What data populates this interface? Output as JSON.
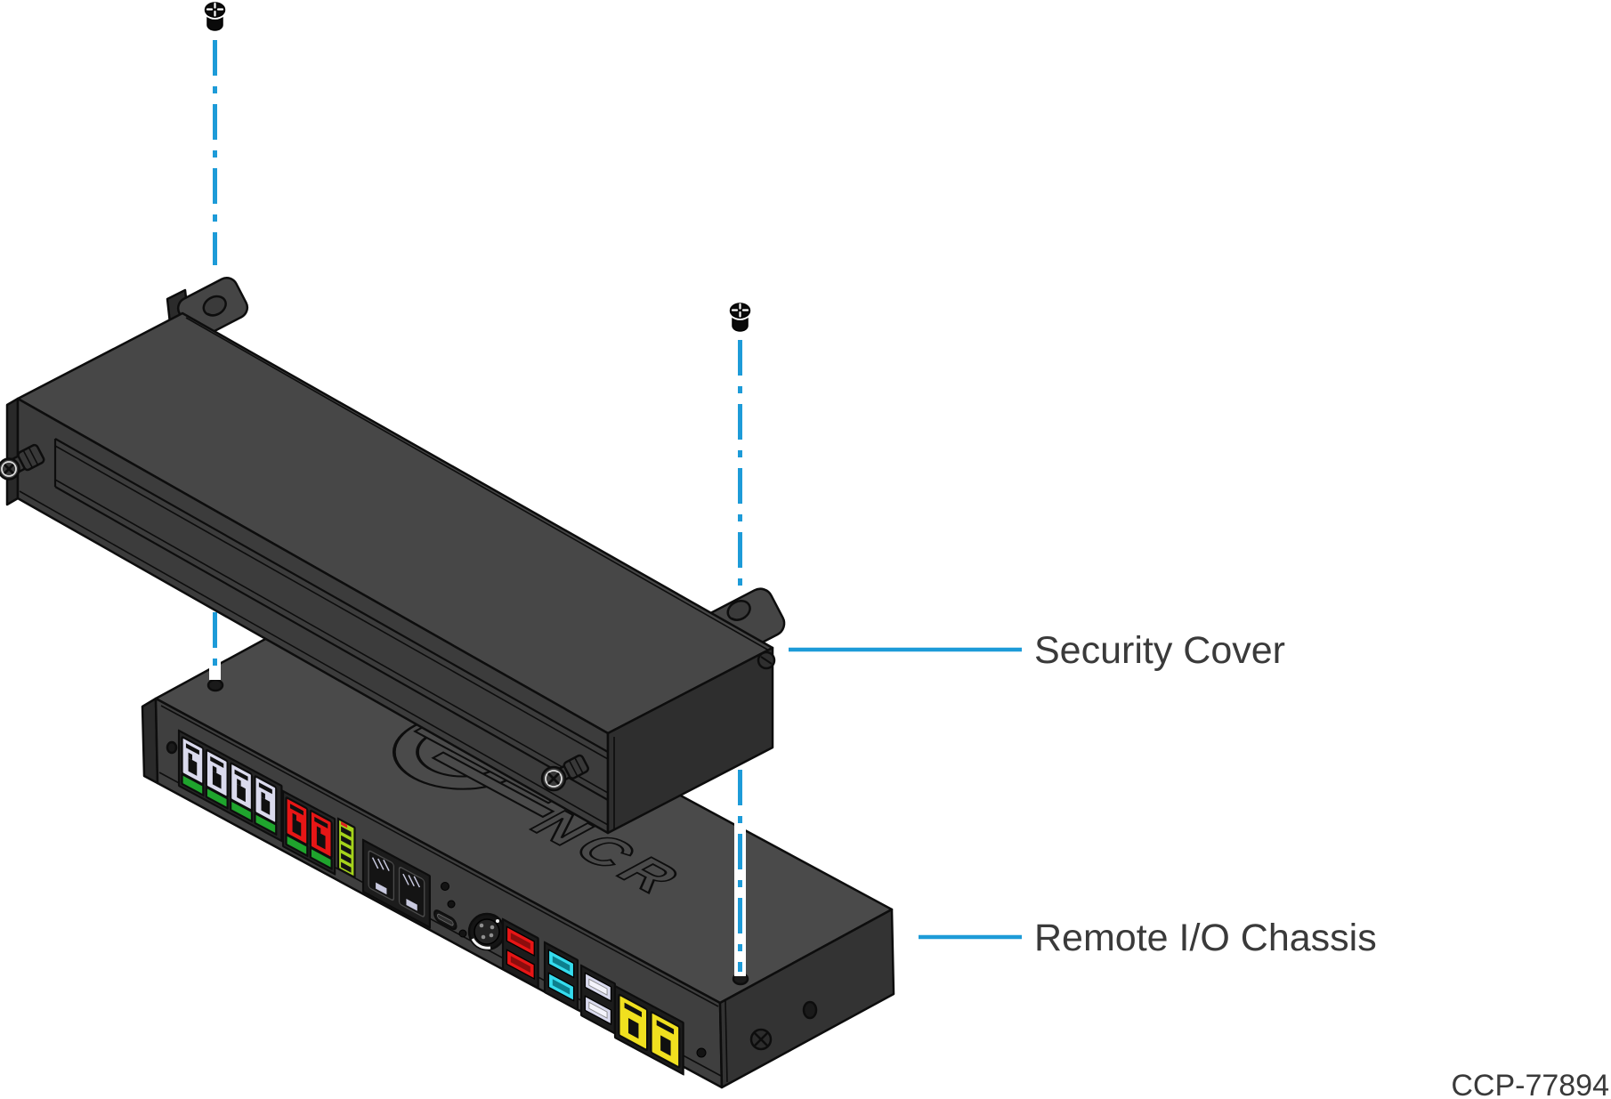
{
  "diagram": {
    "labels": {
      "security_cover": "Security Cover",
      "remote_io_chassis": "Remote I/O Chassis"
    },
    "part_number": "CCP-77894",
    "logo_text": "NCR"
  },
  "colors": {
    "callout_blue": "#1d9bd8",
    "label_text": "#3a3a3a",
    "outline": "#0d0d0d",
    "cover_body": "#474747",
    "chassis_body": "#4a4a4a",
    "port_white": "#dadaed",
    "port_red": "#e71616",
    "pcb_green": "#1fa42d",
    "terminal_green": "#a5d31c",
    "port_cyan": "#35dcee",
    "port_lavender": "#d9daee",
    "port_yellow": "#f0e01f"
  },
  "ports": [
    {
      "name": "rj45-bank-white",
      "color": "#dadaed",
      "count": 4
    },
    {
      "name": "rj45-bank-red",
      "color": "#e71616",
      "count": 2
    },
    {
      "name": "led-terminal-block",
      "color": "#a5d31c",
      "count": 1
    },
    {
      "name": "dual-ethernet-jack",
      "color": "#1c1c1c",
      "count": 1
    },
    {
      "name": "micro-connector",
      "color": "#151515",
      "count": 1
    },
    {
      "name": "din-connector",
      "color": "#151515",
      "count": 1
    },
    {
      "name": "powered-port-red",
      "color": "#e71616",
      "count": 1
    },
    {
      "name": "powered-port-cyan",
      "color": "#35dcee",
      "count": 1
    },
    {
      "name": "usb-stack-white",
      "color": "#d9daee",
      "count": 1
    },
    {
      "name": "rj45-bank-yellow",
      "color": "#f0e01f",
      "count": 2
    }
  ],
  "hardware": {
    "mounting_screws": 2,
    "captive_thumbscrews": 2
  }
}
